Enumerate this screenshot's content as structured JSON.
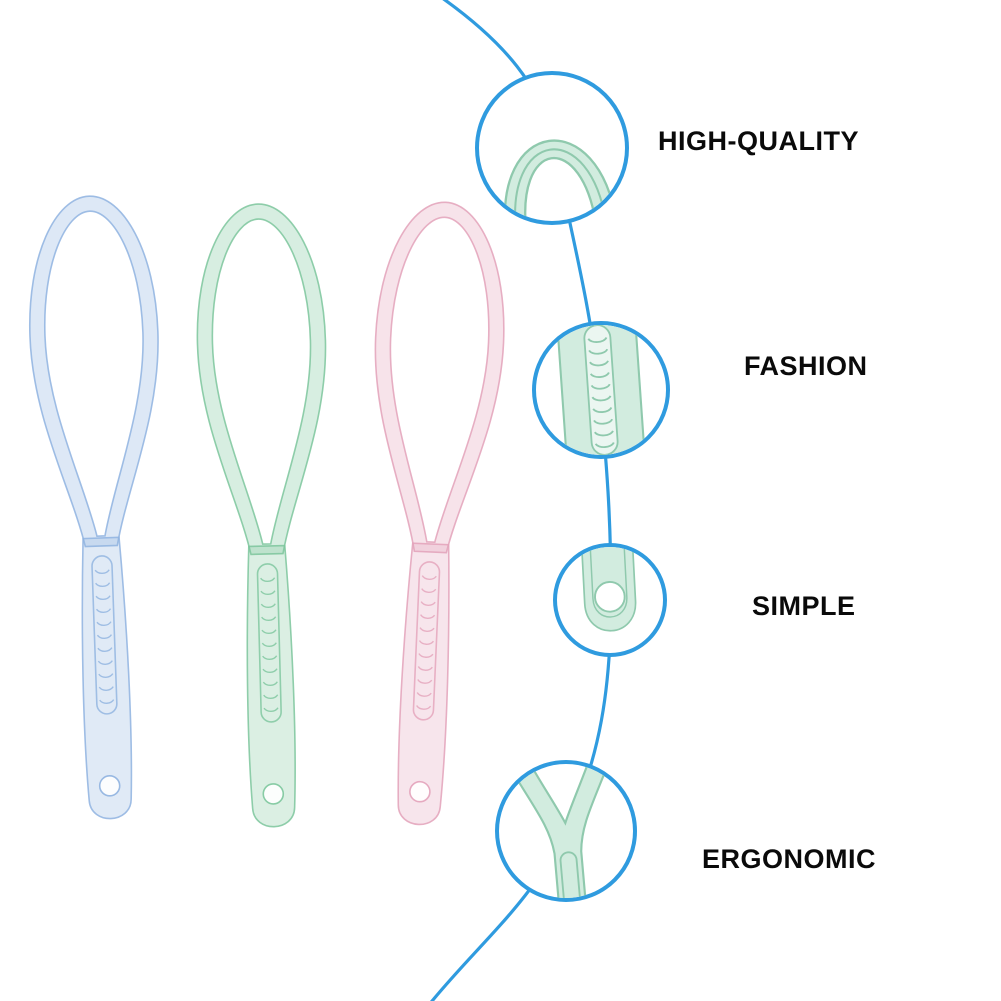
{
  "features": [
    {
      "id": "high-quality",
      "label": "HIGH-QUALITY",
      "detail_icon": "loop-tip-zoom-icon"
    },
    {
      "id": "fashion",
      "label": "FASHION",
      "detail_icon": "grip-texture-zoom-icon"
    },
    {
      "id": "simple",
      "label": "SIMPLE",
      "detail_icon": "handle-hole-zoom-icon"
    },
    {
      "id": "ergonomic",
      "label": "ERGONOMIC",
      "detail_icon": "fork-junction-zoom-icon"
    }
  ],
  "products": [
    {
      "name": "tongue-scraper-blue",
      "color": "#8fb3e0"
    },
    {
      "name": "tongue-scraper-green",
      "color": "#7cc69c"
    },
    {
      "name": "tongue-scraper-pink",
      "color": "#e3a2ba"
    }
  ],
  "colors": {
    "accent_blue": "#2f9bdf",
    "scraper_blue": "#8fb3e0",
    "scraper_green": "#7cc69c",
    "scraper_pink": "#e3a2ba",
    "detail_fill": "#d2ecdf",
    "detail_stroke": "#8fc9ad",
    "label_text": "#0a0a0a",
    "background": "#ffffff"
  }
}
